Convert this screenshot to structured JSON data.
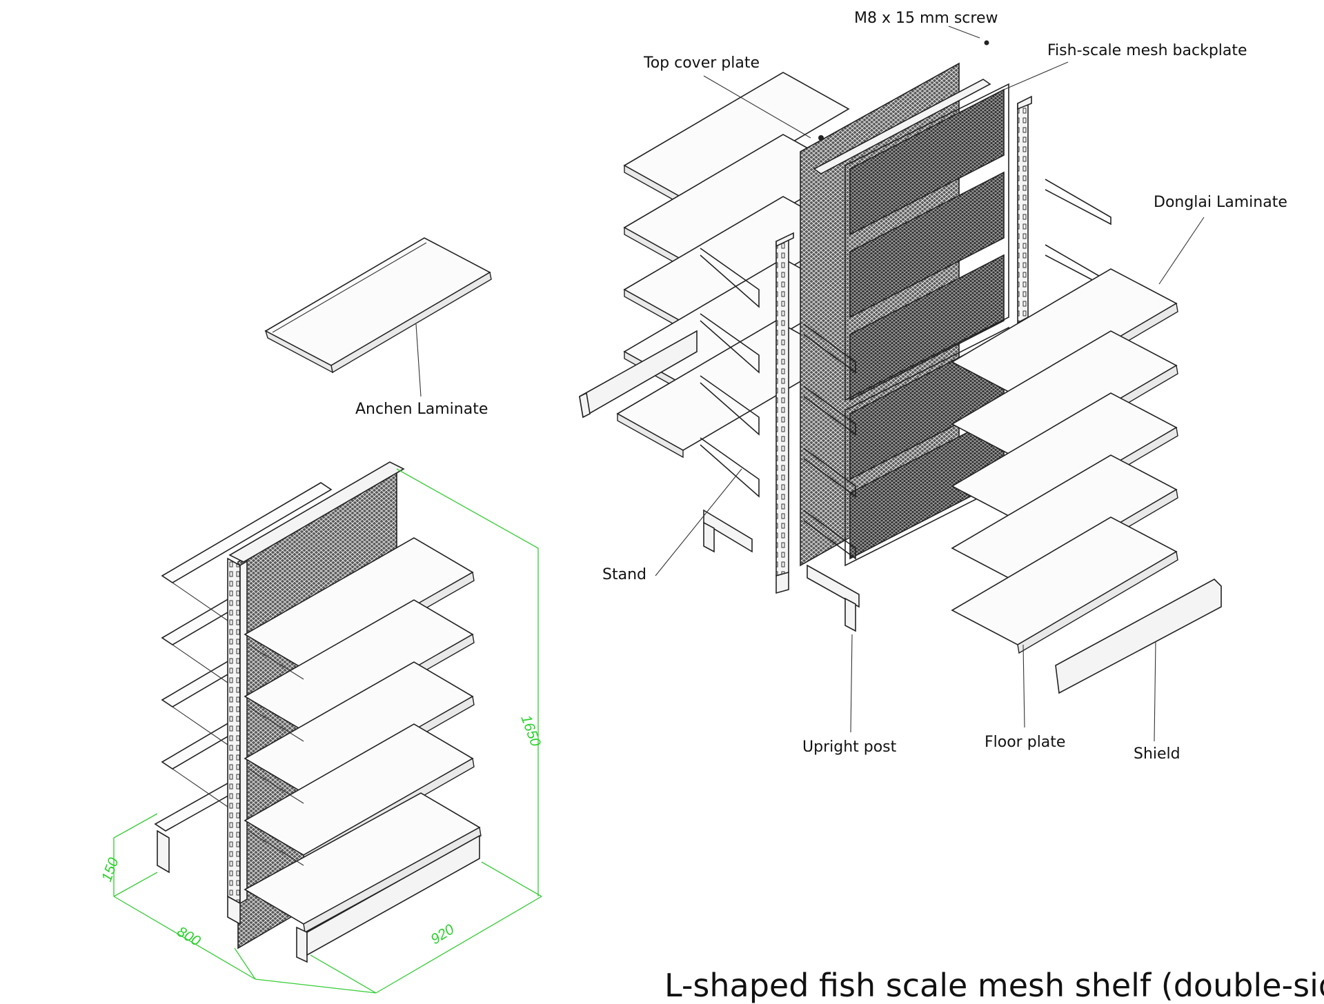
{
  "title": "L-shaped fish scale mesh shelf (double-sided)",
  "labels": {
    "screw": "M8 x 15 mm screw",
    "top_cover_plate": "Top cover plate",
    "fish_scale_backplate": "Fish-scale mesh backplate",
    "donglai_laminate": "Donglai Laminate",
    "anchen_laminate": "Anchen Laminate",
    "stand": "Stand",
    "upright_post": "Upright post",
    "floor_plate": "Floor plate",
    "shield": "Shield"
  },
  "dimensions": {
    "height": "1650",
    "base_height": "150",
    "depth": "800",
    "width": "920"
  },
  "colors": {
    "line": "#222222",
    "dimension": "#2bd12b",
    "background": "#ffffff"
  }
}
